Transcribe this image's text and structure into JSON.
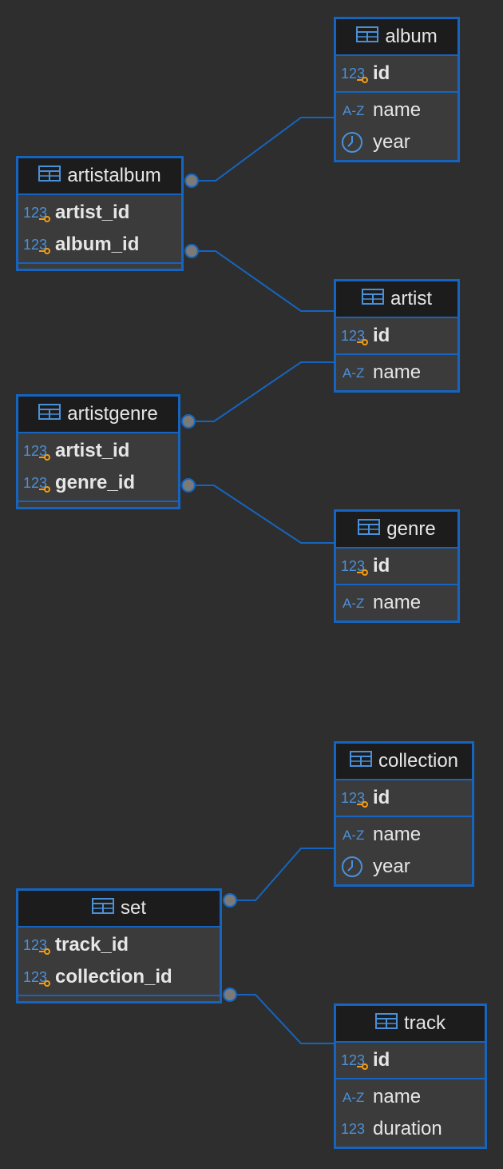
{
  "colors": {
    "background": "#2e2e2e",
    "border": "#1565c0",
    "header": "#1c1c1c",
    "body": "#3b3b3b",
    "text": "#e6e6e6",
    "icon_blue": "#4a90d9",
    "key_orange": "#f39c12",
    "dot": "#7a7a7a"
  },
  "tables": {
    "album": {
      "title": "album",
      "icon": "table-icon",
      "key_cols": [
        {
          "name": "id",
          "type": "numeric-icon",
          "key": "key-icon"
        }
      ],
      "cols": [
        {
          "name": "name",
          "type": "text-icon"
        },
        {
          "name": "year",
          "type": "clock-icon"
        }
      ]
    },
    "artistalbum": {
      "title": "artistalbum",
      "icon": "table-icon",
      "key_cols": [
        {
          "name": "artist_id",
          "type": "numeric-icon",
          "key": "key-icon"
        },
        {
          "name": "album_id",
          "type": "numeric-icon",
          "key": "key-icon"
        }
      ]
    },
    "artist": {
      "title": "artist",
      "icon": "table-icon",
      "key_cols": [
        {
          "name": "id",
          "type": "numeric-icon",
          "key": "key-icon"
        }
      ],
      "cols": [
        {
          "name": "name",
          "type": "text-icon"
        }
      ]
    },
    "artistgenre": {
      "title": "artistgenre",
      "icon": "table-icon",
      "key_cols": [
        {
          "name": "artist_id",
          "type": "numeric-icon",
          "key": "key-icon"
        },
        {
          "name": "genre_id",
          "type": "numeric-icon",
          "key": "key-icon"
        }
      ]
    },
    "genre": {
      "title": "genre",
      "icon": "table-icon",
      "key_cols": [
        {
          "name": "id",
          "type": "numeric-icon",
          "key": "key-icon"
        }
      ],
      "cols": [
        {
          "name": "name",
          "type": "text-icon"
        }
      ]
    },
    "collection": {
      "title": "collection",
      "icon": "table-icon",
      "key_cols": [
        {
          "name": "id",
          "type": "numeric-icon",
          "key": "key-icon"
        }
      ],
      "cols": [
        {
          "name": "name",
          "type": "text-icon"
        },
        {
          "name": "year",
          "type": "clock-icon"
        }
      ]
    },
    "set": {
      "title": "set",
      "icon": "table-icon",
      "key_cols": [
        {
          "name": "track_id",
          "type": "numeric-icon",
          "key": "key-icon"
        },
        {
          "name": "collection_id",
          "type": "numeric-icon",
          "key": "key-icon"
        }
      ]
    },
    "track": {
      "title": "track",
      "icon": "table-icon",
      "key_cols": [
        {
          "name": "id",
          "type": "numeric-icon",
          "key": "key-icon"
        }
      ],
      "cols": [
        {
          "name": "name",
          "type": "text-icon"
        },
        {
          "name": "duration",
          "type": "numeric-icon"
        }
      ]
    }
  },
  "relations": [
    {
      "from": "artistalbum.artist_id",
      "to": "album.id"
    },
    {
      "from": "artistalbum.album_id",
      "to": "artist.id"
    },
    {
      "from": "artistgenre.artist_id",
      "to": "artist.id"
    },
    {
      "from": "artistgenre.genre_id",
      "to": "genre.id"
    },
    {
      "from": "set.track_id",
      "to": "collection.id"
    },
    {
      "from": "set.collection_id",
      "to": "track.id"
    }
  ]
}
